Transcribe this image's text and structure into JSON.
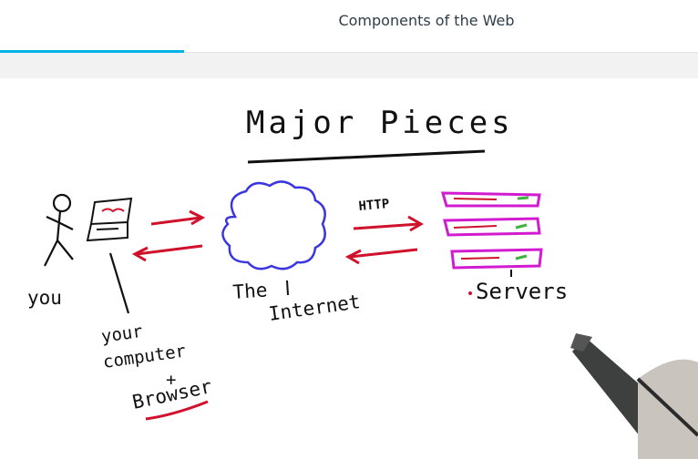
{
  "header": {
    "title": "Components of the Web",
    "progress_fraction": 0.264
  },
  "colors": {
    "progress": "#02b3e4",
    "ink": "#111111",
    "arrow": "#d0112b",
    "cloud": "#3a36e0",
    "server": "#d21bd0",
    "server_light": "#3fb23f"
  },
  "whiteboard": {
    "heading": "Major Pieces",
    "labels": {
      "you": "you",
      "computer_line1": "your",
      "computer_line2": "computer",
      "plus": "+",
      "browser": "Browser",
      "internet_line1": "The",
      "internet_line2": "Internet",
      "http": "HTTP",
      "servers": "Servers"
    },
    "icons": {
      "person": "stick-figure-icon",
      "laptop": "laptop-icon",
      "internet": "cloud-icon",
      "servers": "server-rack-icon",
      "marker": "marker-pen-icon"
    }
  }
}
